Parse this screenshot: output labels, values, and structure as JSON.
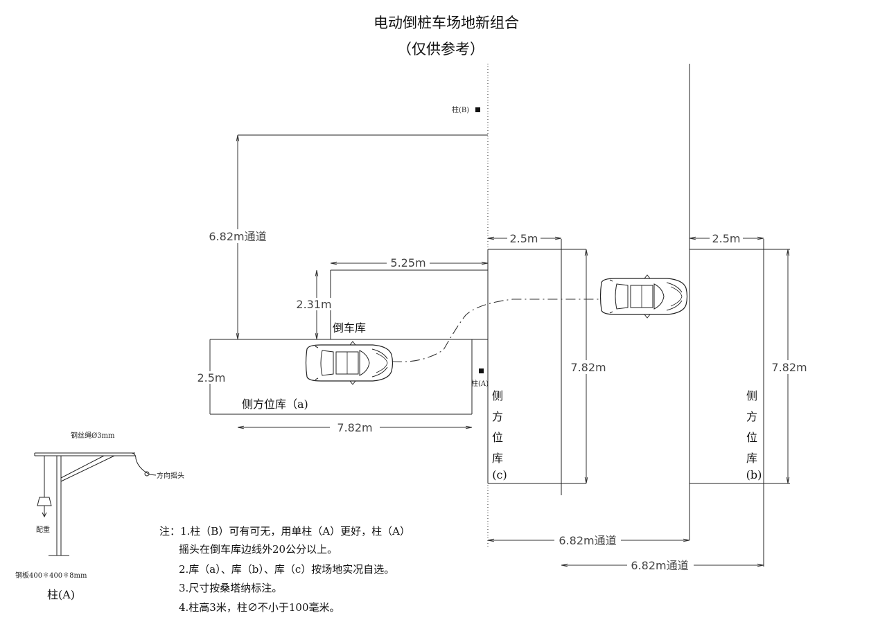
{
  "title": "电动倒桩车场地新组合",
  "subtitle": "（仅供参考）",
  "dimensions": {
    "channel_left": "6.82m通道",
    "channel_bottom1": "6.82m通道",
    "channel_bottom2": "6.82m通道",
    "width_c": "2.5m",
    "width_b": "2.5m",
    "reverse_length": "5.25m",
    "reverse_depth": "2.31m",
    "garage_a_width": "2.5m",
    "garage_a_length": "7.82m",
    "garage_c_length": "7.82m",
    "garage_b_length": "7.82m"
  },
  "labels": {
    "pillar_b": "柱(B)",
    "pillar_a": "柱(A)",
    "reverse_garage": "倒车库",
    "side_garage_a": "侧方位库（a)",
    "side_garage_c": [
      "侧",
      "方",
      "位",
      "库",
      "(c)"
    ],
    "side_garage_b": [
      "侧",
      "方",
      "位",
      "库",
      "(b)"
    ]
  },
  "pillar_detail": {
    "wire": "钢丝绳Ø3mm",
    "rocker": "方向摇头",
    "counterweight": "配重",
    "plate": "钢板400✽400✽8mm",
    "caption": "柱(A)"
  },
  "notes": [
    "注：1.柱（B）可有可无，用单柱（A）更好，柱（A）",
    "摇头在倒车库边线外20公分以上。",
    "2.库（a）、库（b）、库（c）按场地实况自选。",
    "3.尺寸按桑塔纳标注。",
    "4.柱高3米，柱∅不小于100毫米。"
  ]
}
